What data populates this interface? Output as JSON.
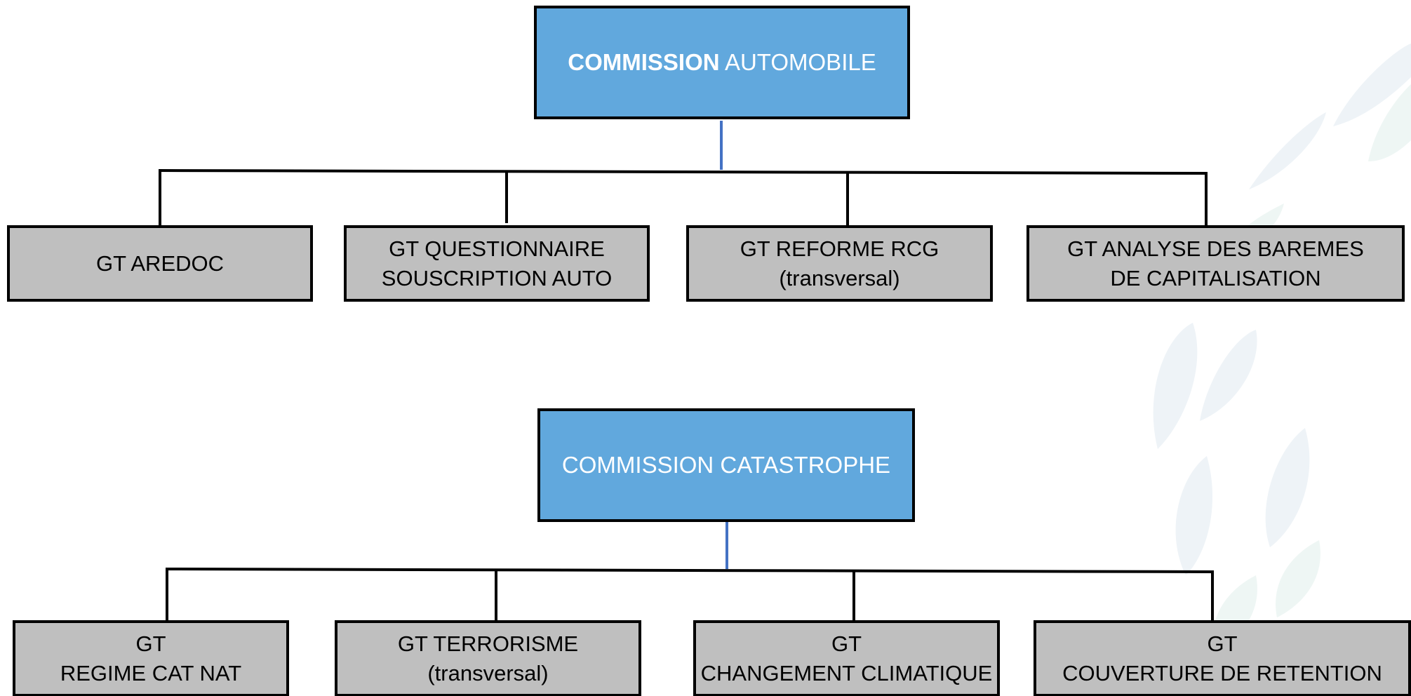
{
  "colors": {
    "commission_fill": "#61a8dd",
    "gt_fill": "#bfbfbf",
    "border": "#000000",
    "accent_line": "#4472c4"
  },
  "commission_auto": {
    "bold_word": "COMMISSION",
    "rest": "AUTOMOBILE"
  },
  "gt_auto": [
    "GT AREDOC",
    "GT QUESTIONNAIRE\nSOUSCRIPTION AUTO",
    "GT REFORME RCG\n(transversal)",
    "GT ANALYSE DES BAREMES\nDE CAPITALISATION"
  ],
  "commission_cat": {
    "label": "COMMISSION CATASTROPHE"
  },
  "gt_cat": [
    "GT\nREGIME CAT NAT",
    "GT TERRORISME\n(transversal)",
    "GT\nCHANGEMENT CLIMATIQUE",
    "GT\nCOUVERTURE DE RETENTION"
  ]
}
